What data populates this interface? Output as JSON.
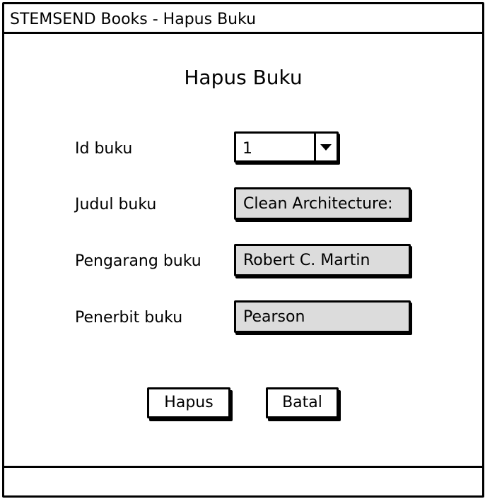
{
  "window": {
    "title": "STEMSEND Books - Hapus Buku"
  },
  "form": {
    "heading": "Hapus Buku",
    "id_label": "Id buku",
    "id_value": "1",
    "judul_label": "Judul buku",
    "judul_value": "Clean Architecture:",
    "pengarang_label": "Pengarang buku",
    "pengarang_value": "Robert C. Martin",
    "penerbit_label": "Penerbit buku",
    "penerbit_value": "Pearson"
  },
  "actions": {
    "hapus_label": "Hapus",
    "batal_label": "Batal"
  },
  "colors": {
    "readonly_field_bg": "#dcdcdc",
    "border": "#000000"
  },
  "icons": {
    "dropdown": "chevron-down-icon"
  }
}
